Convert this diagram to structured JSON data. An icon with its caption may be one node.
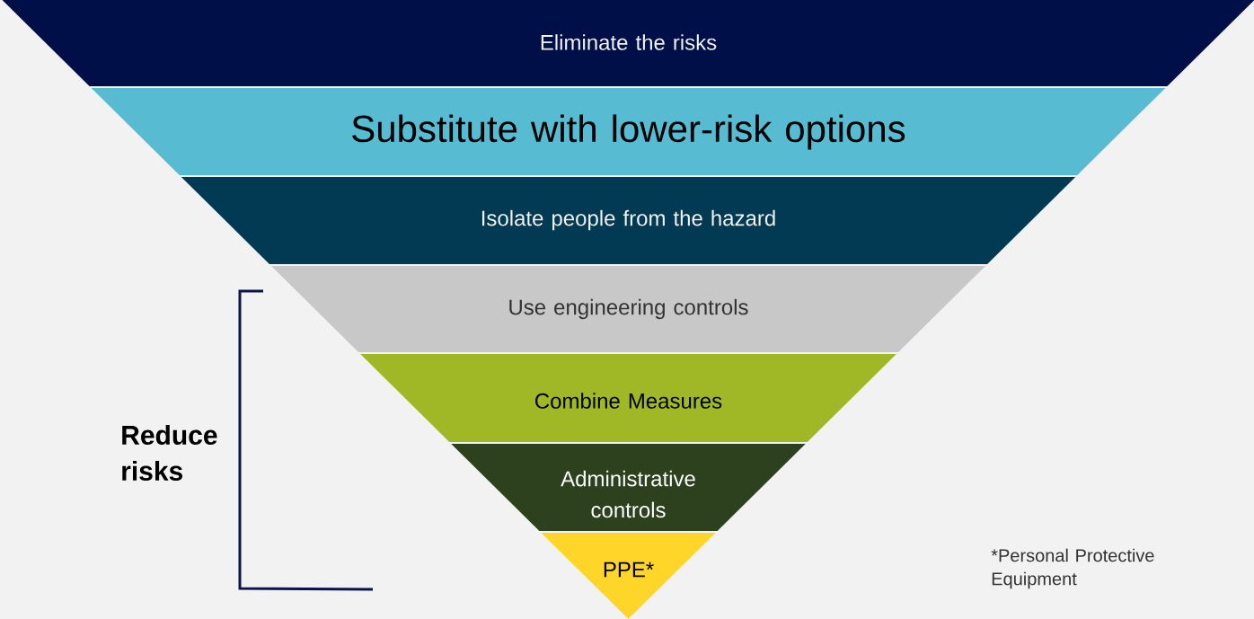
{
  "diagram": {
    "nodes": [
      {
        "text": [
          "Eliminate the risks"
        ]
      },
      {
        "text": [
          "Substitute with lower-risk options"
        ]
      },
      {
        "text": [
          "Isolate people from the hazard"
        ]
      },
      {
        "text": [
          "Use engineering controls"
        ]
      },
      {
        "text": [
          "Combine Measures"
        ]
      },
      {
        "text": [
          "Administrative controls"
        ]
      },
      {
        "text": [
          "PPE*"
        ]
      }
    ],
    "labels": [
      "Reduce risks",
      "*Personal Protective Equipment"
    ]
  }
}
